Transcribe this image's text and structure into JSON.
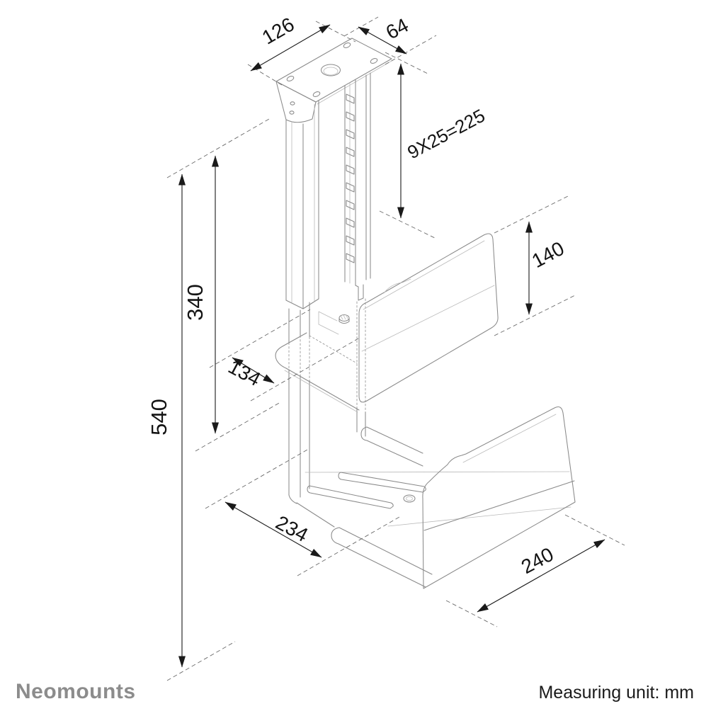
{
  "footer": {
    "brand": "Neomounts",
    "measuring_unit": "Measuring unit: mm"
  },
  "dimensions": {
    "plate_width": "126",
    "plate_depth": "64",
    "slot_pattern": "9X25=225",
    "upper_wall_height": "140",
    "travel_height": "340",
    "total_height": "540",
    "shelf_depth": "134",
    "tray_depth": "234",
    "tray_width": "240"
  },
  "colors": {
    "background": "#ffffff",
    "dimension_line": "#1a1a1a",
    "structure_line": "#8a8a8a",
    "structure_light": "#b9b9b9",
    "extension_line": "#6b6b6b",
    "brand_gray": "#8c8c8c"
  }
}
